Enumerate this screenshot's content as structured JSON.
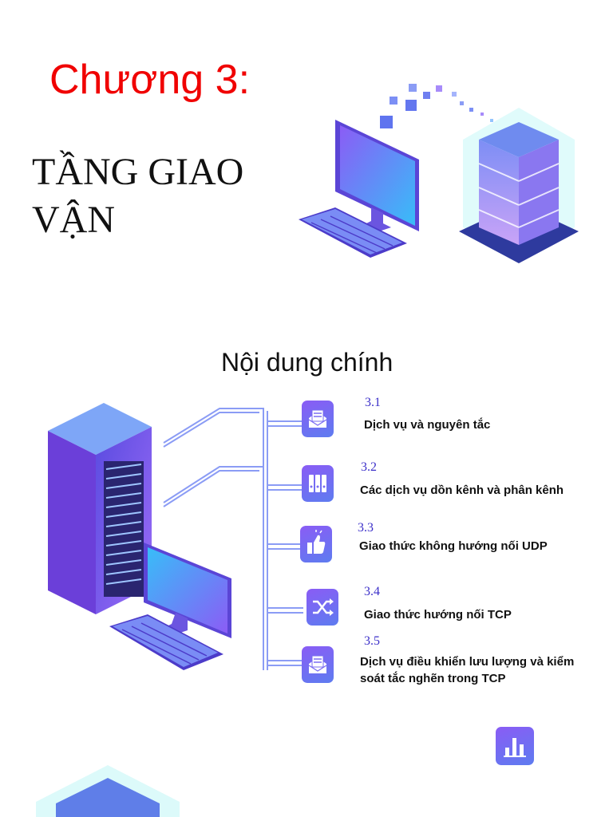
{
  "header": {
    "chapter": "Chương 3:",
    "title_line1": "TẦNG GIAO",
    "title_line2": "VẬN"
  },
  "toc": {
    "heading": "Nội dung chính",
    "items": [
      {
        "num": "3.1",
        "label": "Dịch vụ và nguyên tắc",
        "icon": "envelope-document-icon"
      },
      {
        "num": "3.2",
        "label": "Các dịch vụ dồn kênh và phân kênh",
        "icon": "binders-icon"
      },
      {
        "num": "3.3",
        "label": "Giao thức không hướng nối UDP",
        "icon": "thumbs-up-icon"
      },
      {
        "num": "3.4",
        "label": "Giao thức hướng nối TCP",
        "icon": "shuffle-icon"
      },
      {
        "num": "3.5",
        "label_line1": "Dịch vụ điều khiển lưu lượng và kiểm",
        "label_line2": "soát tắc nghẽn trong TCP",
        "icon": "envelope-document-icon"
      }
    ]
  },
  "colors": {
    "chapter_red": "#f00000",
    "accent_purple": "#8a5cf5",
    "accent_blue": "#5e7cf0",
    "number_blue": "#3b2fc9"
  }
}
